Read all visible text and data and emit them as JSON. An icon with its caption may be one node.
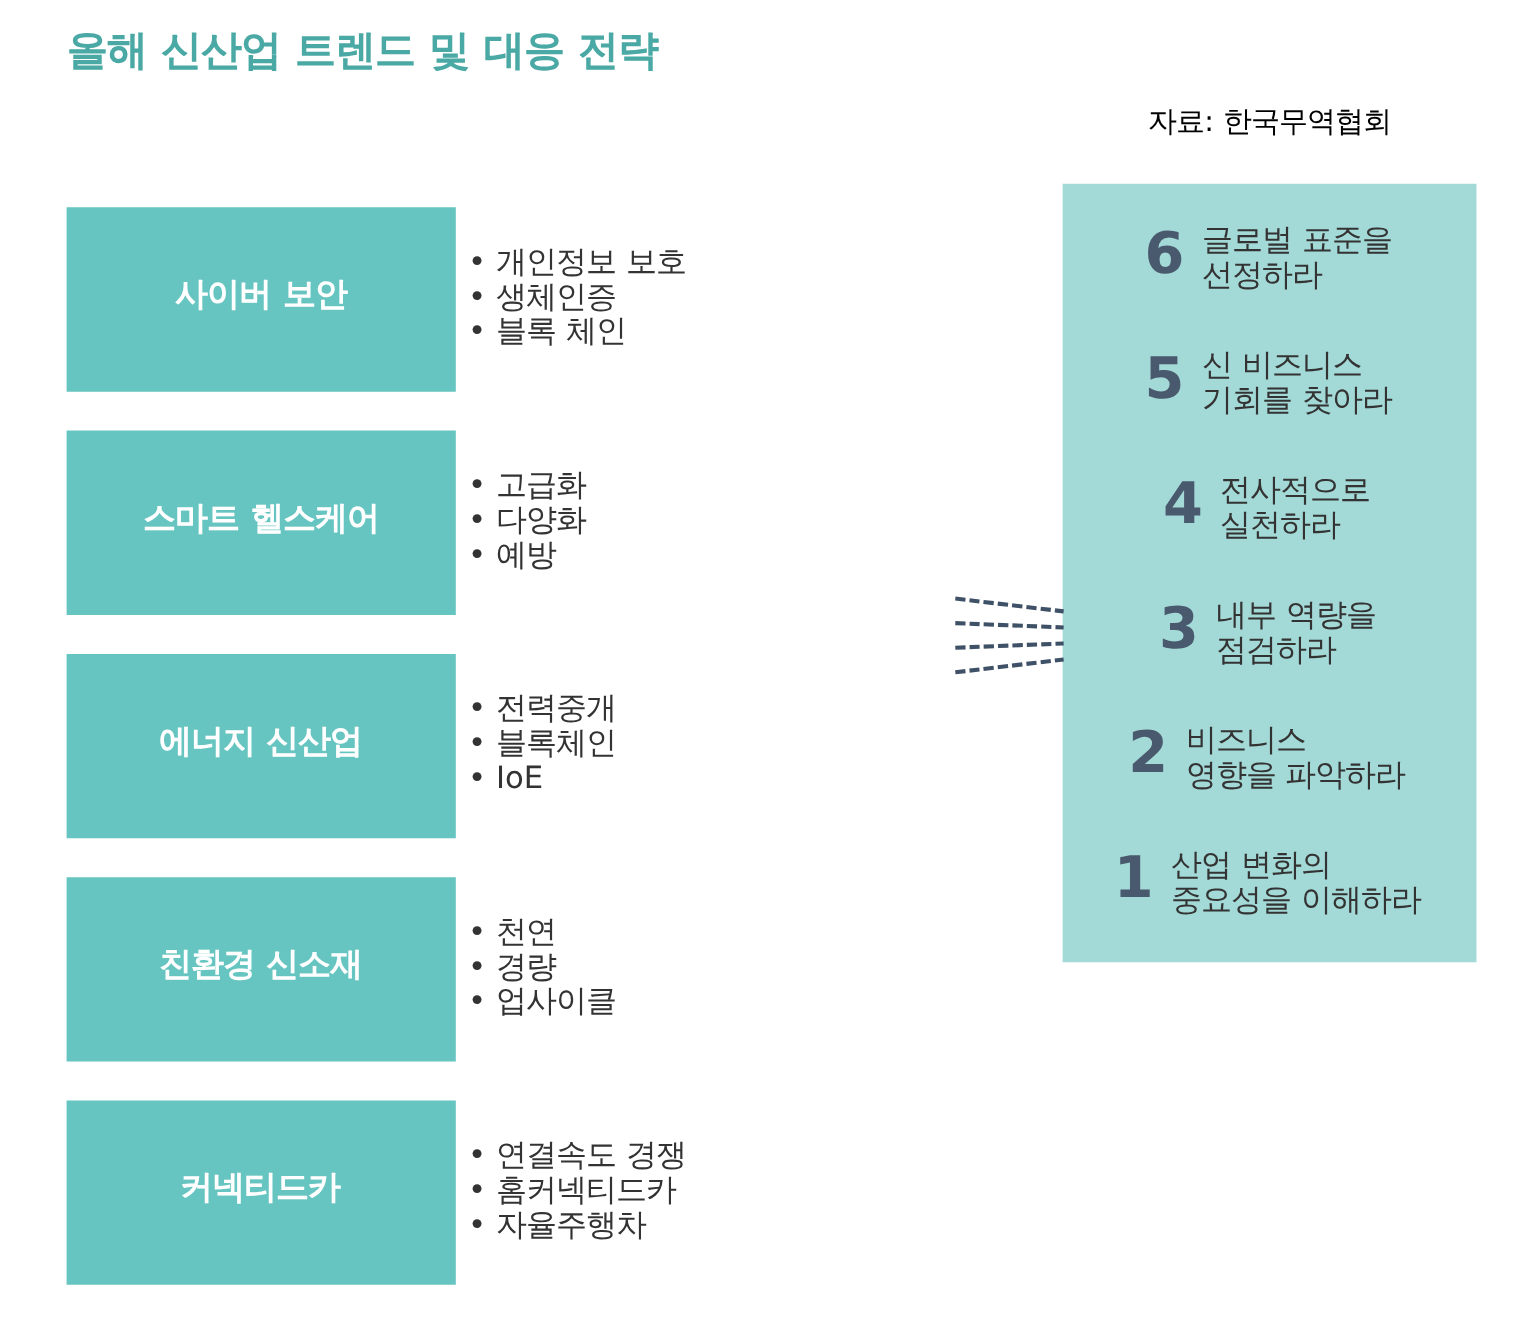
{
  "diagram": {
    "title": "올해 신산업 트렌드 및 대응 전략",
    "caption": "자료: 한국무역협회",
    "nodes": [
      {
        "text": [
          "사이버 보안"
        ],
        "beside": [
          "• 개인정보 보호",
          "• 생체인증",
          "• 블록 체인"
        ]
      },
      {
        "text": [
          "스마트 헬스케어"
        ],
        "beside": [
          "• 고급화",
          "• 다양화",
          "• 예방"
        ]
      },
      {
        "text": [
          "에너지 신산업"
        ],
        "beside": [
          "• 전력중개",
          "• 블록체인",
          "• IoE"
        ]
      },
      {
        "text": [
          "친환경 신소재"
        ],
        "beside": [
          "• 천연",
          "• 경량",
          "• 업사이클"
        ]
      },
      {
        "text": [
          "커넥티드카"
        ],
        "beside": [
          "• 연결속도 경쟁",
          "• 홈커넥티드카",
          "• 자율주행차"
        ]
      },
      {
        "text": [],
        "shape": "box"
      },
      {
        "text": [
          "1",
          "산업 변화의 중요성을 이해하라"
        ],
        "in": 5
      },
      {
        "text": [
          "2",
          "비즈니스 영향을 파악하라"
        ],
        "in": 5
      },
      {
        "text": [
          "3",
          "내부 역량을 점검하라"
        ],
        "in": 5
      },
      {
        "text": [
          "4",
          "전사적으로 실천하라"
        ],
        "in": 5
      },
      {
        "text": [
          "5",
          "신 비즈니스 기회를 찾아라"
        ],
        "in": 5
      },
      {
        "text": [
          "6",
          "글로벌 표준을 선정하라"
        ],
        "in": 5
      }
    ],
    "edges": [
      {
        "from": null,
        "to": 5,
        "arrow": "none",
        "style": "dashed"
      },
      {
        "from": null,
        "to": 5,
        "arrow": "none",
        "style": "dashed"
      },
      {
        "from": null,
        "to": 5,
        "arrow": "none",
        "style": "dashed"
      },
      {
        "from": null,
        "to": 5,
        "arrow": "none",
        "style": "dashed"
      }
    ]
  }
}
